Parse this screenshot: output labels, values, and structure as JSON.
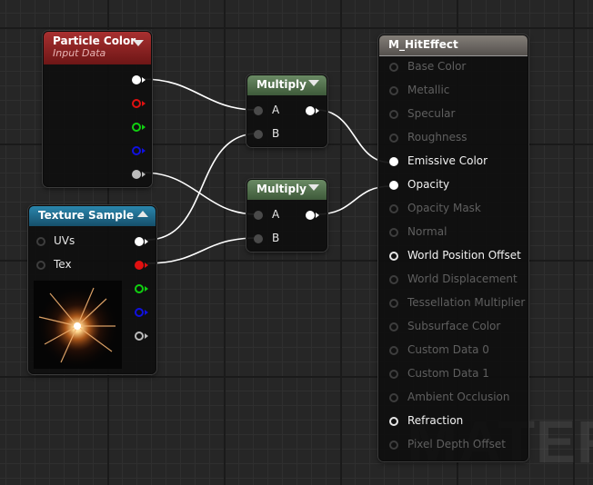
{
  "particle_color": {
    "title": "Particle Color",
    "subtitle": "Input Data"
  },
  "multiply_1": {
    "title": "Multiply",
    "input_a": "A",
    "input_b": "B"
  },
  "multiply_2": {
    "title": "Multiply",
    "input_a": "A",
    "input_b": "B"
  },
  "texture_sample": {
    "title": "Texture Sample",
    "input_uvs": "UVs",
    "input_tex": "Tex"
  },
  "material": {
    "title": "M_HitEffect",
    "inputs": [
      "Base Color",
      "Metallic",
      "Specular",
      "Roughness",
      "Emissive Color",
      "Opacity",
      "Opacity Mask",
      "Normal",
      "World Position Offset",
      "World Displacement",
      "Tessellation Multiplier",
      "Subsurface Color",
      "Custom Data 0",
      "Custom Data 1",
      "Ambient Occlusion",
      "Refraction",
      "Pixel Depth Offset"
    ]
  },
  "watermark": "MATERIAL",
  "colors": {
    "particle_header": "#8c1c1c",
    "multiply_header": "#4f6e4a",
    "texture_header": "#1e6a8c",
    "material_header": "#6b6660",
    "pin_red": "#e01010",
    "pin_green": "#10d010",
    "pin_blue": "#1010e0",
    "pin_gray": "#bbbbbb"
  }
}
